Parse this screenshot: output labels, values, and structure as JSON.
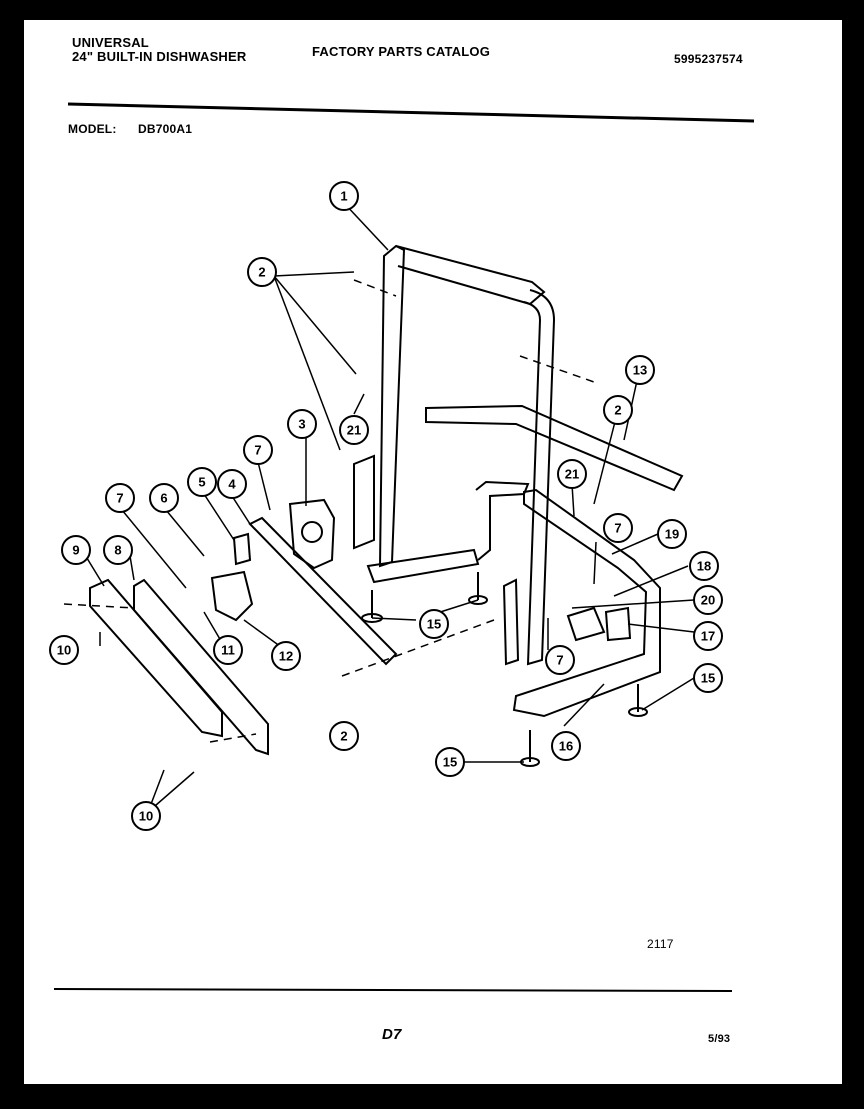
{
  "header": {
    "brand": "UNIVERSAL",
    "product": "24\" BUILT-IN DISHWASHER",
    "title": "FACTORY PARTS CATALOG",
    "part_number": "5995237574",
    "model_label": "MODEL:",
    "model_value": "DB700A1"
  },
  "callouts": [
    "1",
    "2",
    "2",
    "2",
    "3",
    "4",
    "5",
    "6",
    "7",
    "7",
    "7",
    "7",
    "8",
    "9",
    "10",
    "10",
    "11",
    "12",
    "13",
    "15",
    "15",
    "15",
    "16",
    "17",
    "18",
    "19",
    "20",
    "21",
    "21"
  ],
  "footer": {
    "diagram_id": "2117",
    "page_code": "D7",
    "date_code": "5/93"
  }
}
